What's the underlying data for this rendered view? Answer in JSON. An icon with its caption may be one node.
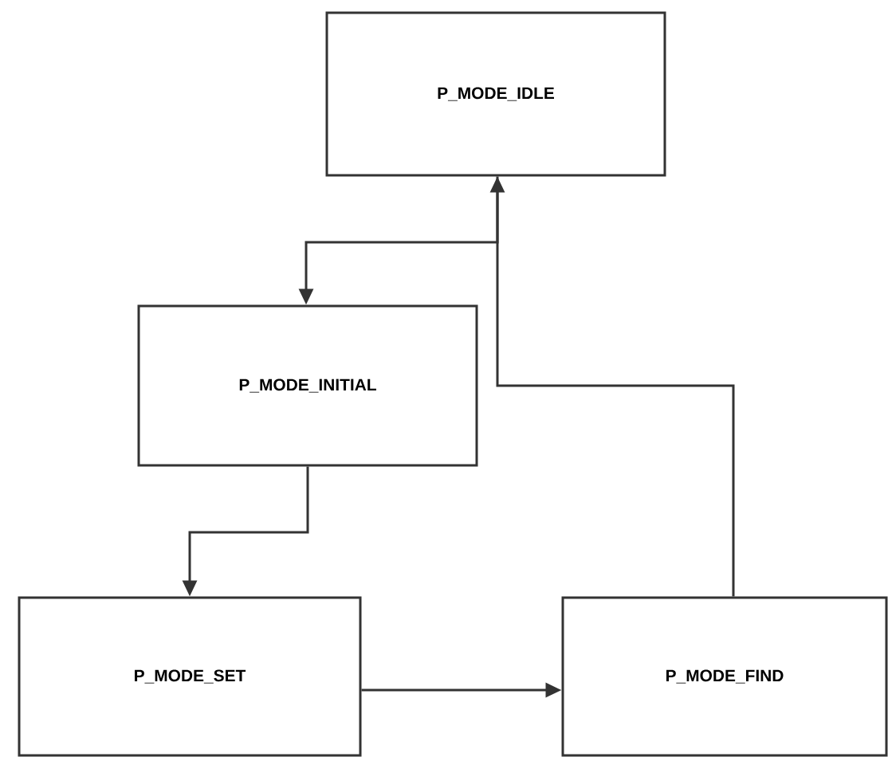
{
  "diagram": {
    "nodes": [
      {
        "text": [
          "P_MODE_IDLE"
        ]
      },
      {
        "text": [
          "P_MODE_INITIAL"
        ]
      },
      {
        "text": [
          "P_MODE_SET"
        ]
      },
      {
        "text": [
          "P_MODE_FIND"
        ]
      }
    ],
    "edges": [
      {
        "from": 3,
        "to": 0,
        "arrow": "to"
      },
      {
        "from": 0,
        "to": 1,
        "arrow": "to"
      },
      {
        "from": 1,
        "to": 2,
        "arrow": "to"
      },
      {
        "from": 2,
        "to": 3,
        "arrow": "to"
      }
    ]
  }
}
